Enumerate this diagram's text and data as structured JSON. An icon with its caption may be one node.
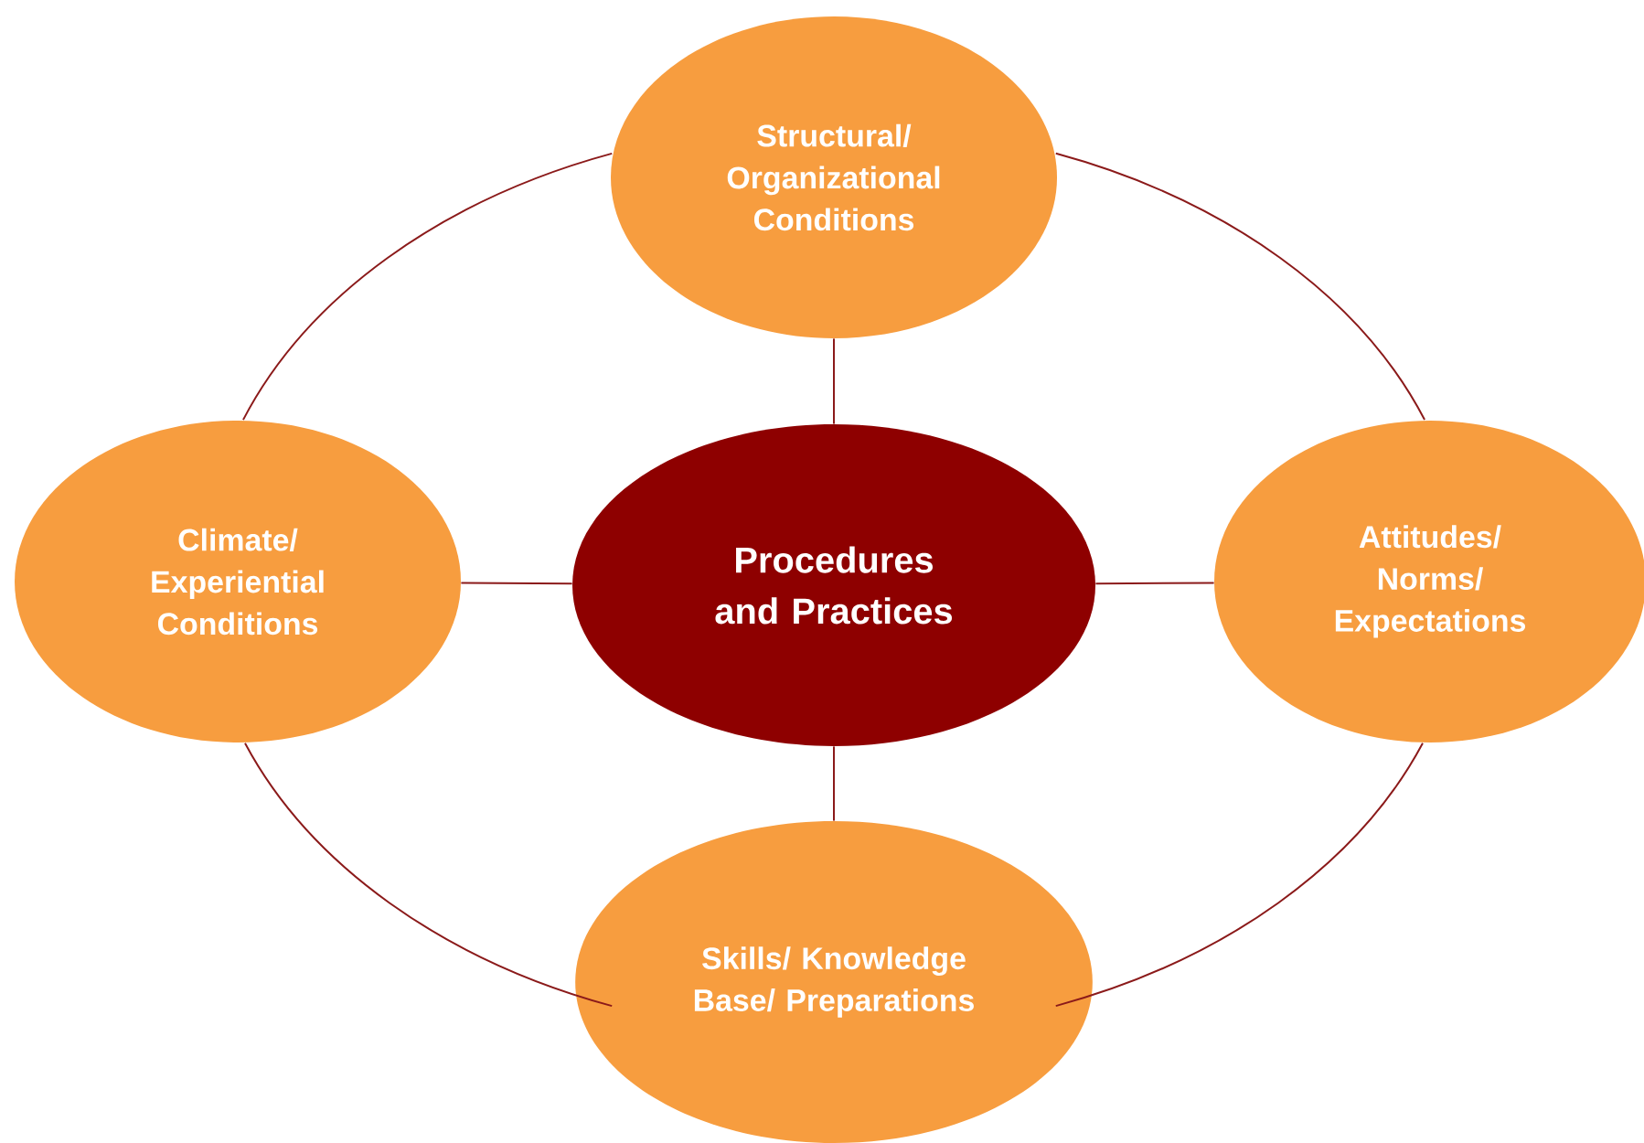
{
  "diagram": {
    "nodes": [
      {
        "text": [
          "Structural/ Organizational Conditions"
        ]
      },
      {
        "text": [
          "Climate/ Experiential Conditions"
        ]
      },
      {
        "text": [
          "Procedures and Practices"
        ]
      },
      {
        "text": [
          "Attitudes/ Norms/ Expectations"
        ]
      },
      {
        "text": [
          "Skills/ Knowledge Base/ Preparations"
        ]
      }
    ],
    "edges": [
      {
        "from": 2,
        "to": 0,
        "arrow": "none"
      },
      {
        "from": 2,
        "to": 1,
        "arrow": "none"
      },
      {
        "from": 2,
        "to": 3,
        "arrow": "none"
      },
      {
        "from": 2,
        "to": 4,
        "arrow": "none"
      },
      {
        "from": 0,
        "to": 3,
        "arrow": "none"
      },
      {
        "from": 3,
        "to": 4,
        "arrow": "none"
      },
      {
        "from": 4,
        "to": 1,
        "arrow": "none"
      },
      {
        "from": 1,
        "to": 0,
        "arrow": "none"
      }
    ]
  }
}
